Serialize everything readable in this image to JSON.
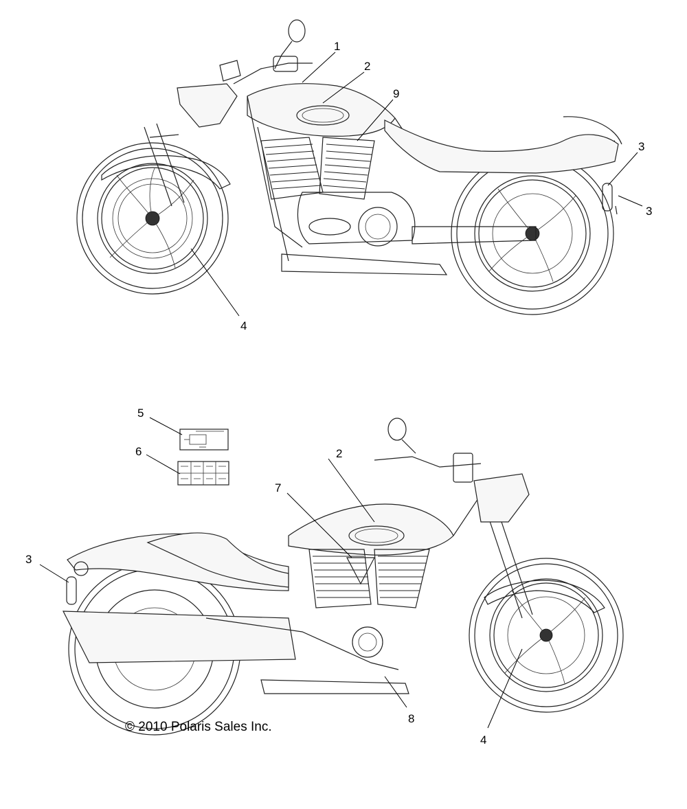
{
  "callouts": {
    "top": [
      {
        "id": "c1",
        "text": "1"
      },
      {
        "id": "c2",
        "text": "2"
      },
      {
        "id": "c9",
        "text": "9"
      },
      {
        "id": "c3a",
        "text": "3"
      },
      {
        "id": "c3b",
        "text": "3"
      },
      {
        "id": "c4",
        "text": "4"
      }
    ],
    "bottom": [
      {
        "id": "c5",
        "text": "5"
      },
      {
        "id": "c6",
        "text": "6"
      },
      {
        "id": "c2b",
        "text": "2"
      },
      {
        "id": "c7",
        "text": "7"
      },
      {
        "id": "c3c",
        "text": "3"
      },
      {
        "id": "c8",
        "text": "8"
      },
      {
        "id": "c4b",
        "text": "4"
      }
    ]
  },
  "copyright": "© 2010 Polaris Sales Inc."
}
